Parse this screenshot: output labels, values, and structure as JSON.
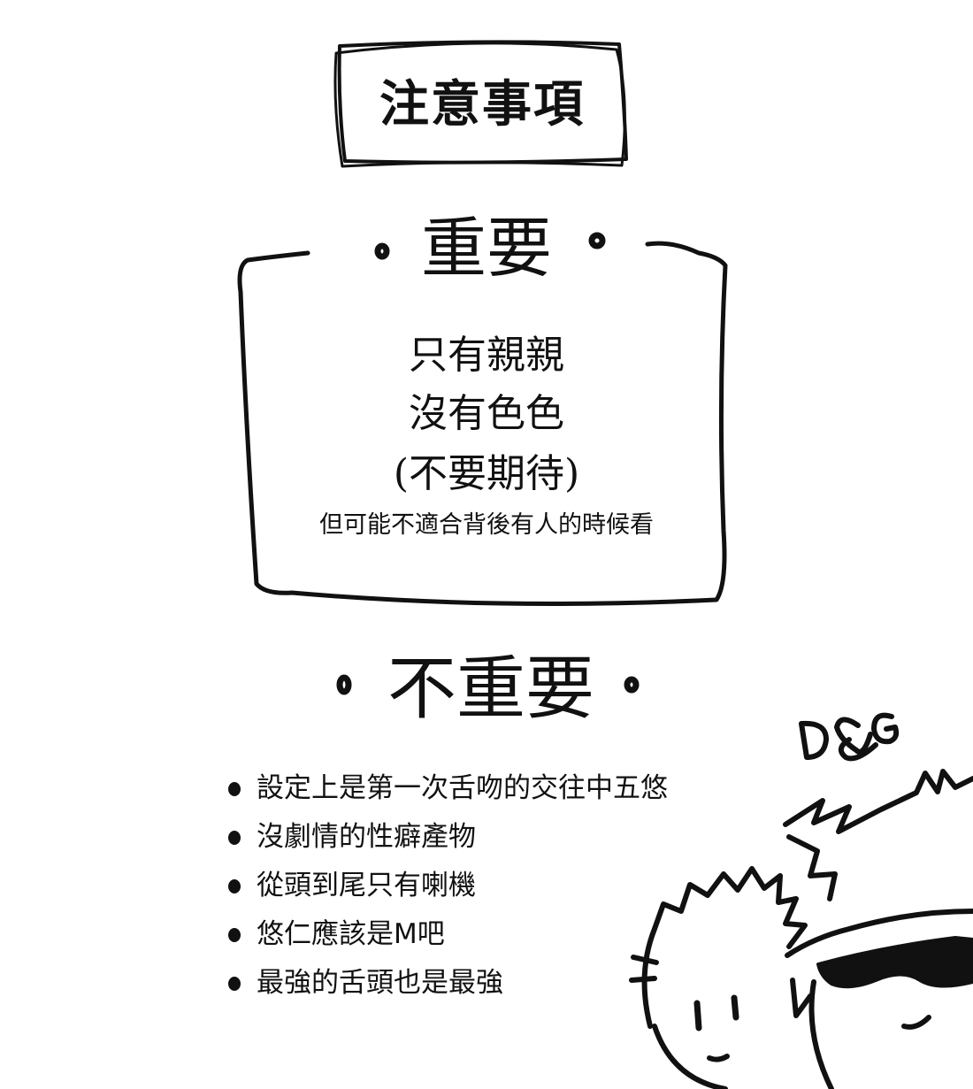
{
  "title": "注意事項",
  "important": {
    "heading": "重要",
    "lines": [
      "只有親親",
      "沒有色色",
      "(不要期待)"
    ],
    "note": "但可能不適合背後有人的時候看"
  },
  "unimportant": {
    "heading": "不重要",
    "items": [
      "設定上是第一次舌吻的交往中五悠",
      "沒劇情的性癖產物",
      "從頭到尾只有喇機",
      "悠仁應該是M吧",
      "最強的舌頭也是最強"
    ]
  },
  "illustration": {
    "signature": "D&G"
  }
}
